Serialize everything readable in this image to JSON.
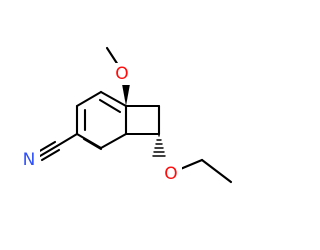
{
  "molecule": {
    "atom_labels": {
      "nitrile_n": "N",
      "methoxy_o": "O",
      "ethoxy_o": "O"
    },
    "colors": {
      "background": "#ffffff",
      "bond": "#000000",
      "nitrogen": "#3050f8",
      "oxygen": "#ff0d0d"
    }
  }
}
